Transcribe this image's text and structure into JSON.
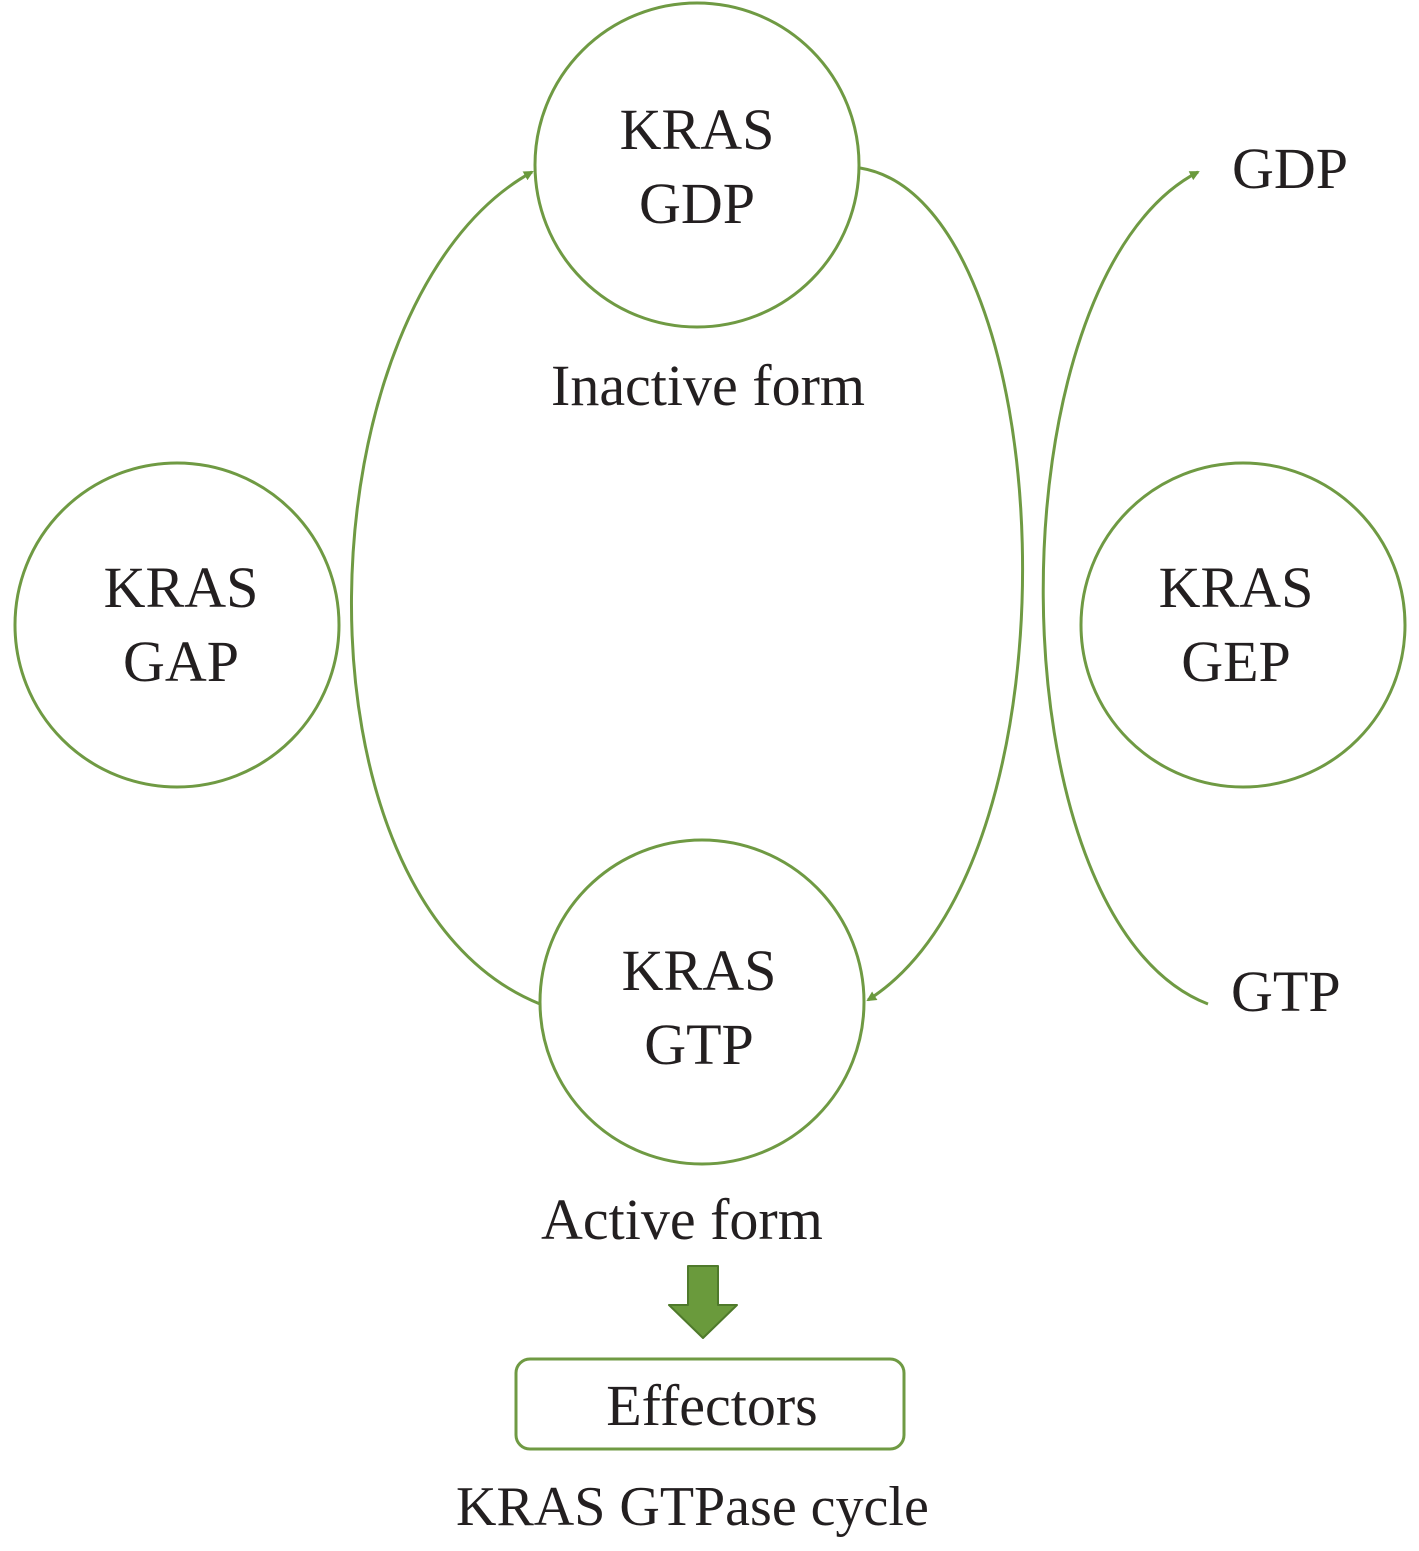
{
  "colors": {
    "stroke": "#6f9a43",
    "arrow_fill": "#6a9a3c",
    "text": "#231f20"
  },
  "nodes": {
    "kras_gdp": {
      "line1": "KRAS",
      "line2": "GDP"
    },
    "kras_gap": {
      "line1": "KRAS",
      "line2": "GAP"
    },
    "kras_gep": {
      "line1": "KRAS",
      "line2": "GEP"
    },
    "kras_gtp": {
      "line1": "KRAS",
      "line2": "GTP"
    }
  },
  "labels": {
    "gdp_release": "GDP",
    "gtp_input": "GTP",
    "inactive_form": "Inactive form",
    "active_form": "Active form",
    "effectors": "Effectors",
    "caption": "KRAS GTPase cycle"
  }
}
